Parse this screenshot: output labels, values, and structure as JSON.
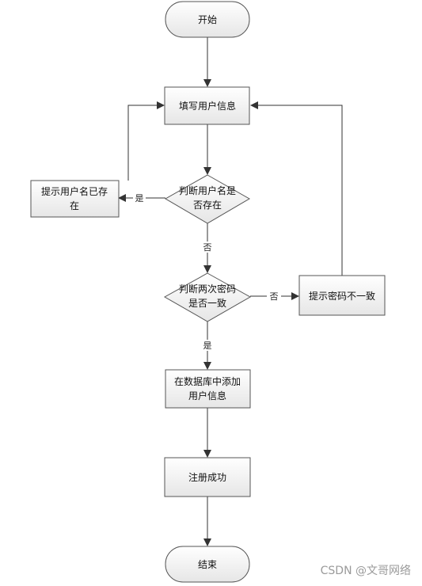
{
  "nodes": {
    "start": "开始",
    "fill_info": "填写用户信息",
    "check_user": [
      "判断用户名是",
      "否存在"
    ],
    "user_exists": [
      "提示用户名已存",
      "在"
    ],
    "check_pwd": [
      "判断两次密码",
      "是否一致"
    ],
    "pwd_mismatch": "提示密码不一致",
    "add_db": [
      "在数据库中添加",
      "用户信息"
    ],
    "success": "注册成功",
    "end": "结束"
  },
  "edge_labels": {
    "user_yes": "是",
    "user_no": "否",
    "pwd_no": "否",
    "pwd_yes": "是"
  },
  "watermark": "CSDN @文哥网络",
  "colors": {
    "box_fill_top": "#ffffff",
    "box_fill_bottom": "#e9e9e9",
    "stroke": "#555555",
    "arrow": "#333333"
  }
}
